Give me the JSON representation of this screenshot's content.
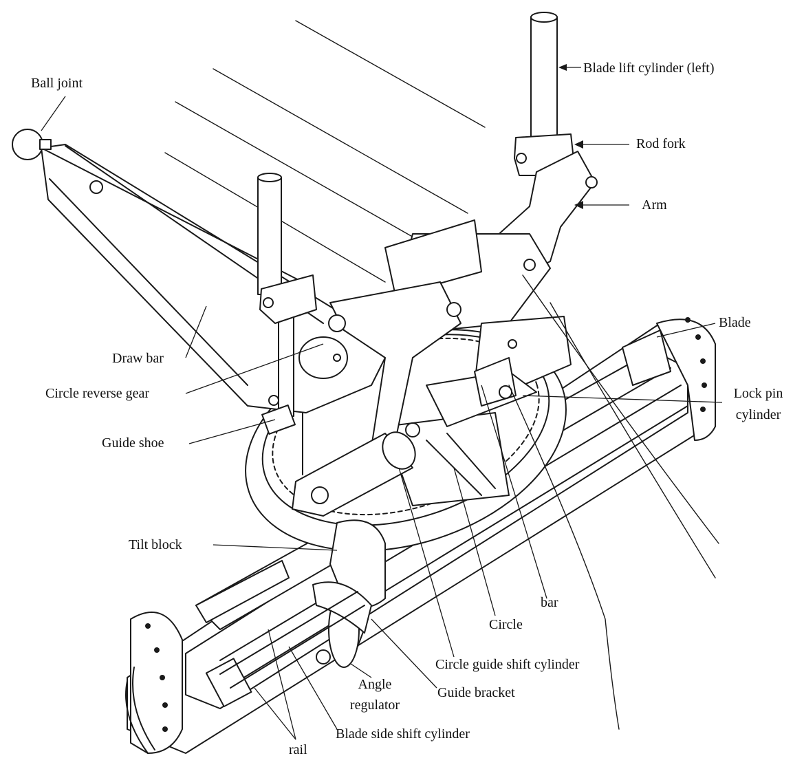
{
  "labels": {
    "ball_joint": "Ball joint",
    "blade_lift_cylinder_left": "Blade lift cylinder (left)",
    "rod_fork": "Rod fork",
    "arm": "Arm",
    "blade": "Blade",
    "draw_bar": "Draw bar",
    "circle_reverse_gear": "Circle reverse gear",
    "lock_pin_cylinder_line1": "Lock pin",
    "lock_pin_cylinder_line2": "cylinder",
    "guide_shoe": "Guide shoe",
    "tilt_block": "Tilt block",
    "bar": "bar",
    "circle": "Circle",
    "circle_guide_shift_cylinder": "Circle guide shift cylinder",
    "angle_regulator_line1": "Angle",
    "angle_regulator_line2": "regulator",
    "guide_bracket": "Guide bracket",
    "blade_side_shift_cylinder": "Blade side shift cylinder",
    "rail": "rail"
  },
  "colors": {
    "ink": "#1a1a1a",
    "paper": "#ffffff"
  }
}
